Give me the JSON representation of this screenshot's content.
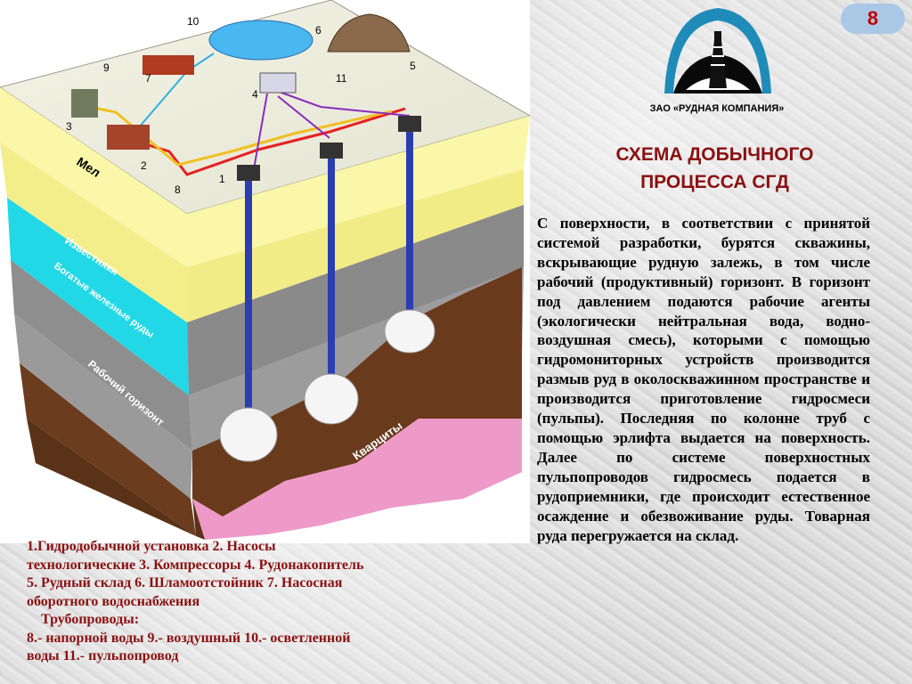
{
  "page_badge": "8",
  "company_name": "ЗАО «РУДНАЯ КОМПАНИЯ»",
  "title_lines": [
    "СХЕМА ДОБЫЧНОГО",
    "ПРОЦЕССА СГД"
  ],
  "description": "С поверхности, в соответствии с принятой системой разработки, бурятся скважины, вскрывающие рудную залежь, в том числе рабочий (продуктивный) горизонт. В горизонт под давлением подаются рабочие агенты (экологически нейтральная вода, водно-воздушная смесь), которыми с помощью гидромониторных устройств производится размыв руд в околоскважинном пространстве и производится приготовление гидросмеси (пульпы). Последняя по колонне труб с помощью эрлифта выдается на поверхность. Далее по системе поверхностных пульпопроводов гидросмесь подается в рудоприемники, где происходит естественное осаждение и обезвоживание руды. Товарная руда перегружается на склад.",
  "legend_lines": [
    "1.Гидродобычной установка  2. Насосы",
    "технологические 3. Компрессоры   4. Рудонакопитель",
    "5. Рудный склад 6. Шламоотстойник    7. Насосная",
    "оборотного водоснабжения",
    "    Трубопроводы:",
    "8.- напорной воды    9.- воздушный    10.- осветленной",
    "воды    11.- пульпопровод"
  ],
  "diagram": {
    "layers": {
      "chalk": "Мел",
      "limestone": "Известняки",
      "rich_ore": "Богатые железные руды",
      "working_horizon": "Рабочий горизонт",
      "quartzite": "Кварциты"
    },
    "callouts": [
      "1",
      "2",
      "3",
      "4",
      "5",
      "6",
      "7",
      "8",
      "9",
      "10",
      "11"
    ]
  },
  "colors": {
    "title": "#8b1010",
    "legend": "#8b1010",
    "badge_bg": "#a9c8e6",
    "badge_text": "#c00000",
    "water_pipe": "#e52020",
    "air_pipe": "#f0c020",
    "clarified_water_pipe": "#30b0e0",
    "pulp_pipe": "#8a2bbf"
  }
}
